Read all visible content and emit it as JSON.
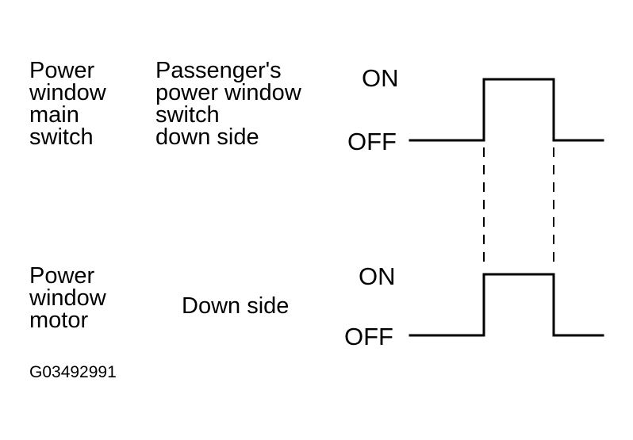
{
  "rows": [
    {
      "component_label": "Power\nwindow\nmain\nswitch",
      "condition_label": "Passenger's\npower window\nswitch\ndown side",
      "on_label": "ON",
      "off_label": "OFF"
    },
    {
      "component_label": "Power\nwindow\nmotor",
      "condition_label": "Down side",
      "on_label": "ON",
      "off_label": "OFF"
    }
  ],
  "figure_code": "G03492991",
  "colors": {
    "line": "#000000",
    "background": "#ffffff"
  }
}
